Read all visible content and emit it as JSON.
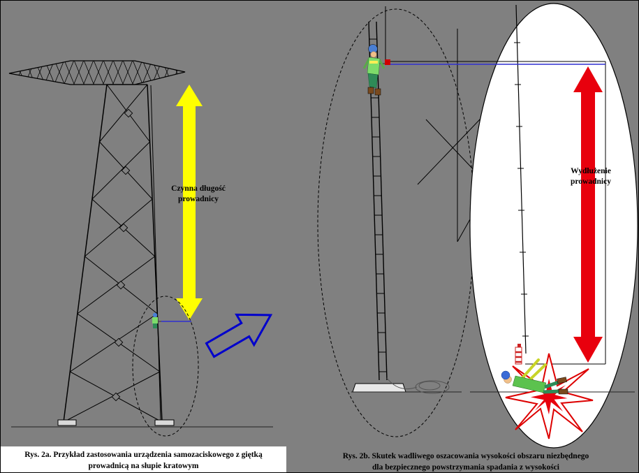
{
  "figure": {
    "left": {
      "arrow_label": {
        "line1": "Czynna długość",
        "line2": "prowadnicy"
      },
      "caption": {
        "line1": "Rys. 2a. Przykład zastosowania urządzenia samozaciskowego z giętką",
        "line2": "prowadnicą na słupie kratowym"
      }
    },
    "right": {
      "arrow_label": {
        "line1": "Wydłużenie",
        "line2": "prowadnicy"
      },
      "caption": {
        "line1": "Rys. 2b. Skutek wadliwego oszacowania wysokości obszaru niezbędnego",
        "line2": "dla bezpiecznego powstrzymania spadania z wysokości"
      }
    },
    "colors": {
      "background": "#808080",
      "active_length_arrow": "#ffff00",
      "elongation_arrow": "#e8000d",
      "pointer_arrow_outline": "#0000cc",
      "anchor_line": "#2f2fd0",
      "anchor_point": "#d00000"
    }
  }
}
